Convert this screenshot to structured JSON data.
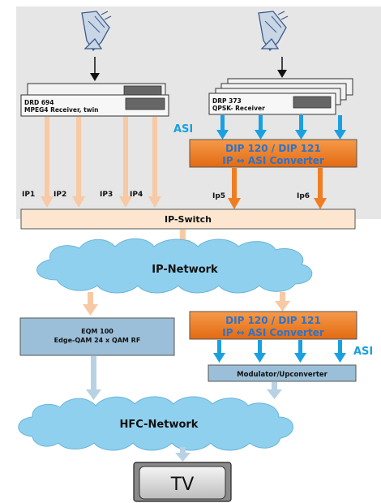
{
  "receivers": {
    "left": {
      "line1": "DRD 694",
      "line2": "MPEG4 Receiver, twin"
    },
    "right": {
      "line1": "DRP 373",
      "line2": "QPSK- Receiver"
    }
  },
  "labels": {
    "asi_top": "ASI",
    "asi_right": "ASI",
    "ip_streams": [
      "IP1",
      "IP2",
      "IP3",
      "IP4"
    ],
    "ip5": "Ip5",
    "ip6": "Ip6"
  },
  "converter_top": {
    "line1": "DIP 120 / DIP 121",
    "line2_a": "IP ",
    "line2_b": " ASI Converter"
  },
  "converter_bottom": {
    "line1": "DIP 120 / DIP 121",
    "line2_a": "IP ",
    "line2_b": " ASI Converter"
  },
  "ip_switch": "IP-Switch",
  "ip_network": "IP-Network",
  "eqm": {
    "line1": "EQM 100",
    "line2": "Edge-QAM 24 x QAM RF"
  },
  "modulator": "Modulator/Upconverter",
  "hfc_network": "HFC-Network",
  "tv": "TV",
  "colors": {
    "background_panel": "#e6e6e6",
    "ip_arrow": "#f7c9a4",
    "converter_orange": "#ef7d22",
    "converter_text": "#2e73c7",
    "asi_blue": "#1aa0e0",
    "cloud": "#8fd0ee",
    "box_blue": "#9bbfd8",
    "switch": "#fde6cf"
  }
}
